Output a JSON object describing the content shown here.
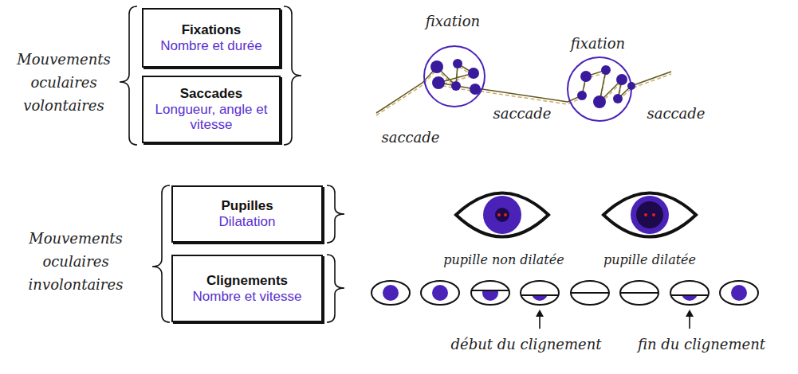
{
  "diagram": {
    "nodes": [
      {
        "text": [
          "Fixations",
          "Nombre et durée"
        ]
      },
      {
        "text": [
          "Saccades",
          "Longueur, angle et vitesse"
        ]
      },
      {
        "text": [
          "Pupilles",
          "Dilatation"
        ]
      },
      {
        "text": [
          "Clignements",
          "Nombre et vitesse"
        ]
      }
    ],
    "labels": [
      "Mouvements oculaires volontaires",
      "fixation",
      "fixation",
      "saccade",
      "saccade",
      "saccade",
      "Mouvements oculaires involontaires",
      "pupille non dilatée",
      "pupille dilatée",
      "début du clignement",
      "fin du clignement"
    ]
  }
}
